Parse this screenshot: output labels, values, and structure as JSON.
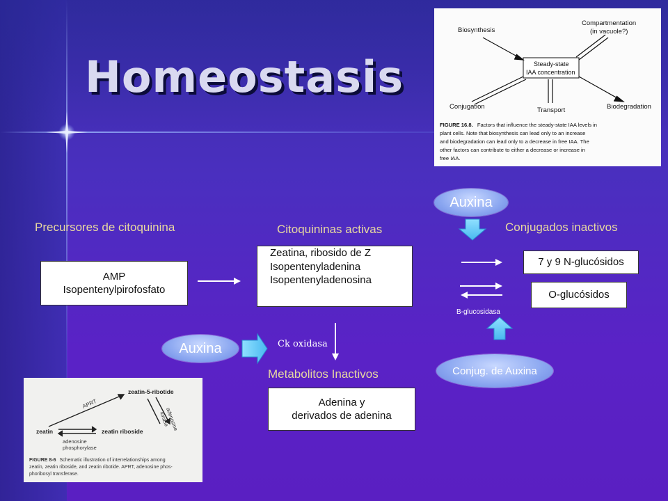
{
  "slide": {
    "title": "Homeostasis"
  },
  "figure_top": {
    "nodes": {
      "biosynthesis": "Biosynthesis",
      "compartmentation": "Compartmentation",
      "compartmentation_sub": "(in vacuole?)",
      "center_line1": "Steady-state",
      "center_line2": "IAA concentration",
      "conjugation": "Conjugation",
      "transport": "Transport",
      "biodegradation": "Biodegradation"
    },
    "caption": {
      "label": "FIGURE 16.8.",
      "line1": "Factors that influence the steady-state IAA levels in",
      "line2": "plant cells. Note that biosynthesis can lead only to an increase",
      "line3": "and biodegradation can lead only to a decrease in free IAA. The",
      "line4": "other factors can contribute to either a decrease or increase in",
      "line5": "free IAA."
    }
  },
  "figure_bottom": {
    "nodes": {
      "zeatin_ribotide": "zeatin-5-ribotide",
      "aprt": "APRT",
      "adenosine_kinase_1": "adenosine",
      "adenosine_kinase_2": "kinase",
      "zeatin": "zeatin",
      "zeatin_riboside": "zeatin riboside",
      "adenosine_phosphorylase_1": "adenosine",
      "adenosine_phosphorylase_2": "phosphorylase"
    },
    "caption": {
      "label": "FIGURE 8-6",
      "line1": "Schematic illustration of interrelationships among",
      "line2": "zeatin, zeatin riboside, and zeatin ribotide. APRT, adenosine phos-",
      "line3": "phoribosyl transferase."
    }
  },
  "labels": {
    "precursores": "Precursores de citoquinina",
    "activas": "Citoquininas activas",
    "conjugados": "Conjugados inactivos",
    "metabolitos": "Metabolitos Inactivos",
    "ck_oxidasa": "Ck oxidasa",
    "b_glucosidasa": "B-glucosidasa"
  },
  "boxes": {
    "amp_line1": "AMP",
    "amp_line2": "Isopentenylpirofosfato",
    "zeatina_line1": "Zeatina, ribosido de Z",
    "zeatina_line2": "Isopentenyladenina",
    "zeatina_line3": "Isopentenyladenosina",
    "glucosidos_7_9": "7 y 9 N-glucósidos",
    "o_glucosidos": "O-glucósidos",
    "adenina_line1": "Adenina y",
    "adenina_line2": "derivados de adenina"
  },
  "ellipses": {
    "auxina_top": "Auxina",
    "auxina_left": "Auxina",
    "conjug_auxina": "Conjug. de Auxina"
  },
  "colors": {
    "label_gold": "#e7d8a0",
    "arrow_cyan": "#49b8f0",
    "arrow_cyan_light": "#8fe0ff"
  }
}
